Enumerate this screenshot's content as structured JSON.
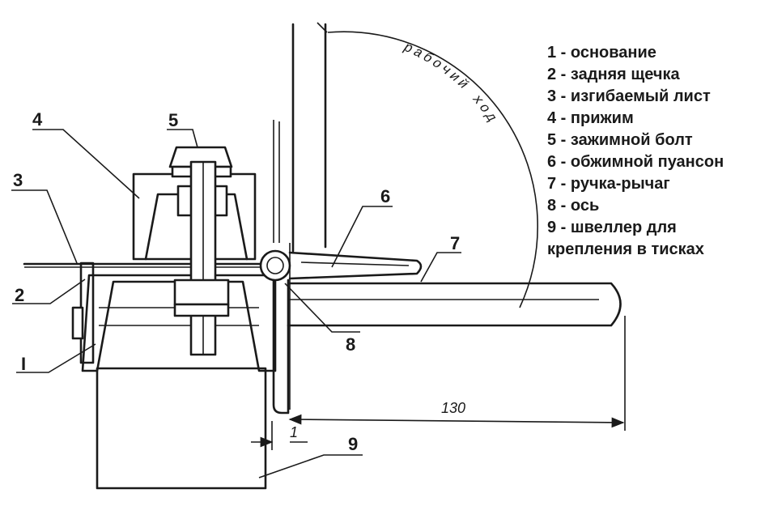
{
  "legend": {
    "items": [
      "1 - основание",
      "2 - задняя щечка",
      "3 - изгибаемый лист",
      "4 - прижим",
      "5 - зажимной болт",
      "6 - обжимной пуансон",
      "7 - ручка-рычаг",
      "8 - ось",
      "9 - швеллер для",
      "крепления в тисках"
    ]
  },
  "callouts": {
    "n1": "I",
    "n2": "2",
    "n3": "3",
    "n4": "4",
    "n5": "5",
    "n6": "6",
    "n7": "7",
    "n8": "8",
    "n9": "9"
  },
  "dimensions": {
    "length": "130",
    "gap": "1"
  },
  "arc_label": "рабочий ход"
}
